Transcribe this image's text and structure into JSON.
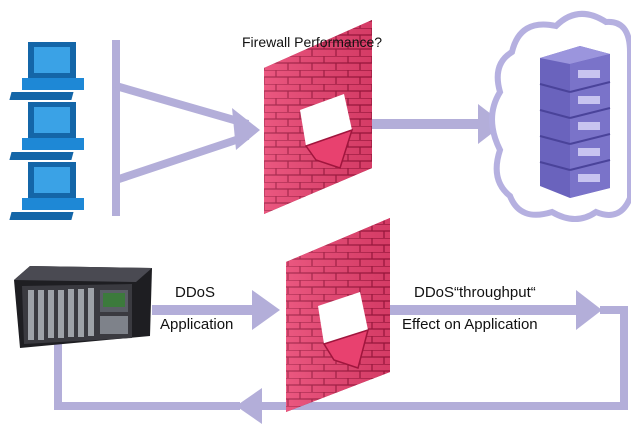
{
  "title": "Firewall Performance?",
  "top_scenario": {
    "clients": [
      "client-workstation",
      "client-workstation",
      "client-workstation"
    ],
    "firewall": "brick-wall",
    "destination": "server-in-cloud"
  },
  "bottom_scenario": {
    "left_labels": {
      "line1": "DDoS",
      "line2": "Application"
    },
    "right_labels": {
      "line1": "DDoS“throughput“",
      "line2": "Effect on Application"
    },
    "source": "test-equipment-chassis",
    "firewall": "brick-wall"
  },
  "colors": {
    "arrow": "#b3aed9",
    "wall_pink": "#e8416f",
    "wall_mortar": "#a0153d",
    "cloud_stroke": "#b5b0e0",
    "server_blue": "#7a73c9",
    "monitor_blue": "#1e88d6"
  }
}
